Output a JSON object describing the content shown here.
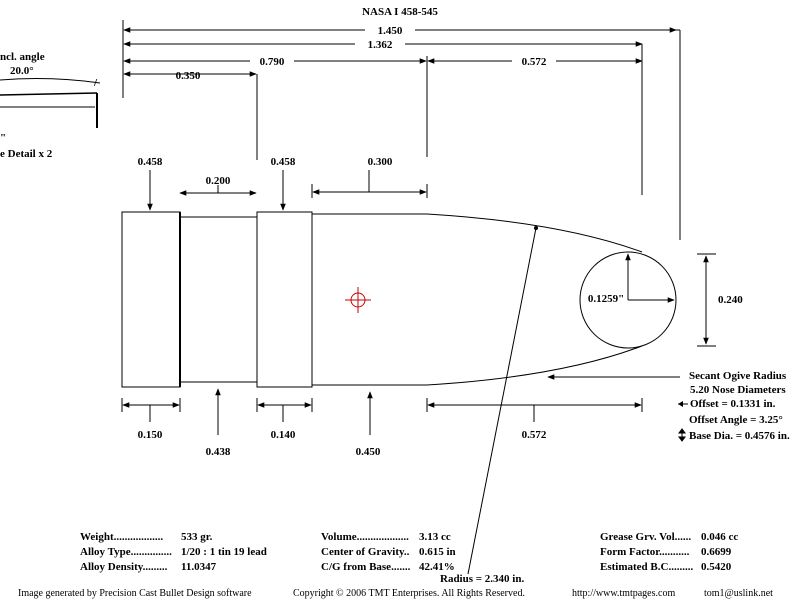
{
  "title": "NASA I   458-545",
  "detail": {
    "angle_label": "ncl. angle",
    "angle_value": "20.0°",
    "detail_label": "e Detail x 2",
    "tick_label": "\""
  },
  "dimensions": {
    "overall_length": "1.450",
    "nose_start_length": "1.362",
    "mid_length": "0.790",
    "first_band_length": "0.350",
    "ogive_length_top": "0.572",
    "band1_diameter": "0.458",
    "groove_width_top": "0.200",
    "band2_diameter": "0.458",
    "body_length_top": "0.300",
    "base_band_width": "0.150",
    "groove_diameter": "0.438",
    "band2_width": "0.140",
    "body_diameter": "0.450",
    "ogive_length_bottom": "0.572",
    "meplat_diameter": "0.240",
    "nose_radius_label": "0.1259\""
  },
  "ogive_info": {
    "line1": "Secant Ogive Radius",
    "line2": "5.20  Nose Diameters",
    "line3": "Offset = 0.1331 in.",
    "line4": "Offset Angle = 3.25°",
    "line5": "Base Dia. = 0.4576 in.",
    "radius": "Radius = 2.340 in."
  },
  "specs": {
    "col1": [
      {
        "label": "Weight..................",
        "value": "533 gr."
      },
      {
        "label": "Alloy Type...............",
        "value": "1/20 : 1 tin 19 lead"
      },
      {
        "label": "Alloy Density.........",
        "value": "11.0347"
      }
    ],
    "col2": [
      {
        "label": "Volume...................",
        "value": "3.13 cc"
      },
      {
        "label": "Center of Gravity..",
        "value": "0.615 in"
      },
      {
        "label": "C/G from Base.......",
        "value": "42.41%"
      }
    ],
    "col3": [
      {
        "label": "Grease Grv. Vol......",
        "value": "0.046 cc"
      },
      {
        "label": "Form Factor...........",
        "value": "0.6699"
      },
      {
        "label": "Estimated B.C.........",
        "value": "0.5420"
      }
    ]
  },
  "footer": {
    "software": "Image generated by Precision Cast Bullet Design software",
    "copyright": "Copyright © 2006 TMT Enterprises. All Rights Reserved.",
    "url": "http://www.tmtpages.com",
    "email": "tom1@uslink.net"
  }
}
